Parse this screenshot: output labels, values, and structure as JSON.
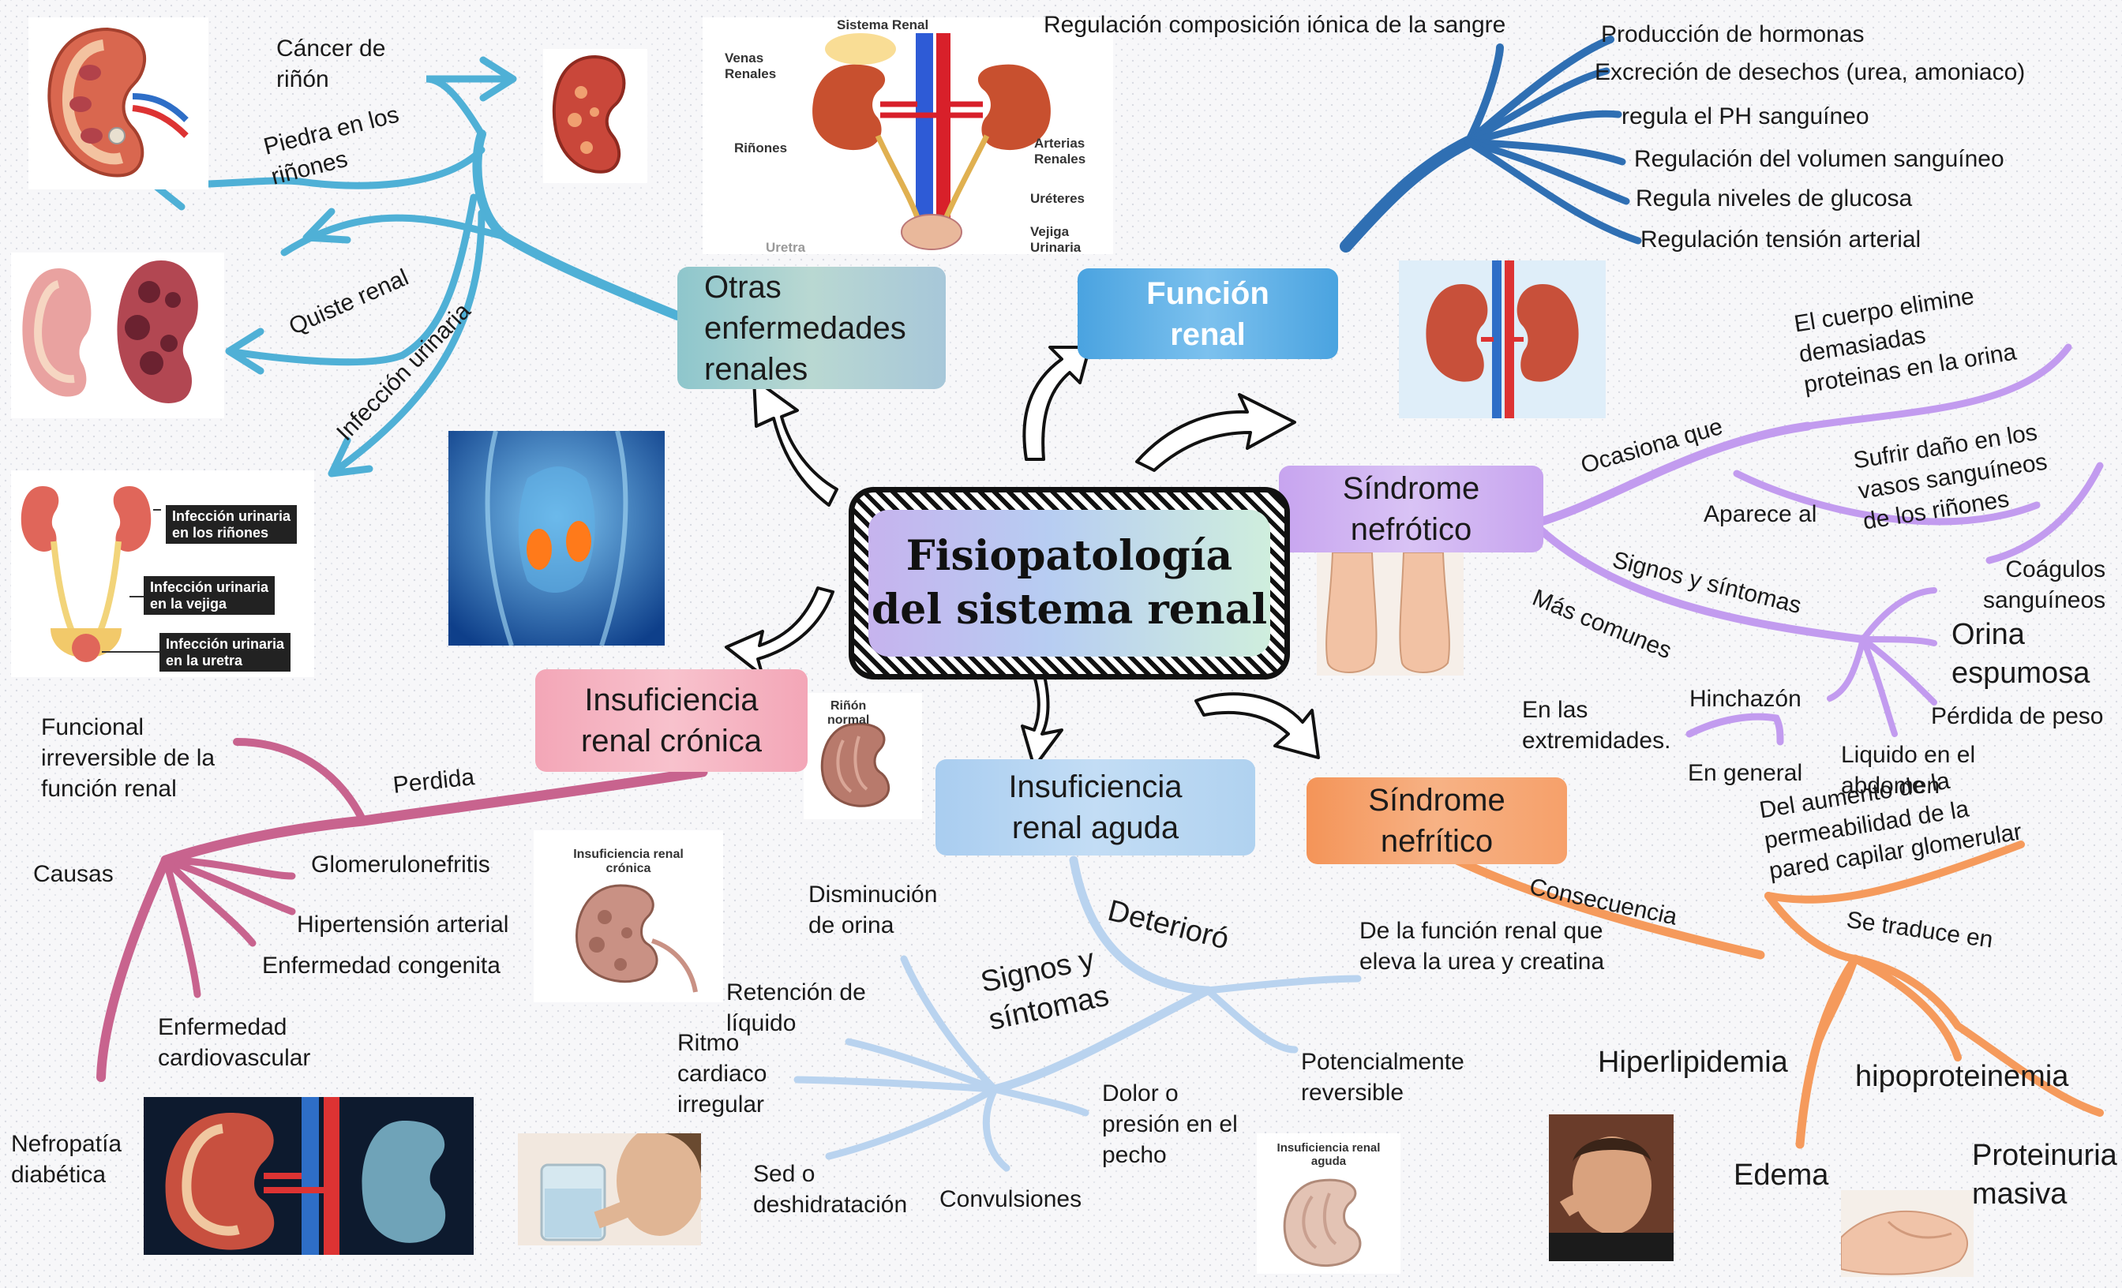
{
  "center_title": "Fisiopatología\ndel sistema renal",
  "colors": {
    "funcion": "#2f6fb3",
    "nefrotico": "#c29bef",
    "nefritico": "#f59a5c",
    "aguda": "#b9d3ef",
    "cronica": "#c8638e",
    "otras": "#4fb0d6"
  },
  "nodes": {
    "funcion": "Función\nrenal",
    "nefrotico": "Síndrome\nnefrótico",
    "nefritico": "Síndrome\nnefrítico",
    "aguda": "Insuficiencia\nrenal aguda",
    "cronica": "Insuficiencia\nrenal crónica",
    "otras": "Otras\nenfermedades\nrenales"
  },
  "funcion_renal": {
    "items": [
      "Regulación composición iónica de la sangre",
      "Producción de hormonas",
      "Excreción de desechos (urea, amoniaco)",
      "regula el PH sanguíneo",
      "Regulación del volumen sanguíneo",
      "Regula niveles de glucosa",
      "Regulación tensión arterial"
    ]
  },
  "sindrome_nefrotico": {
    "ocasiona": "Ocasiona  que",
    "cuerpo": "El cuerpo elimine\ndemasiadas\nproteinas  en la orina",
    "aparece": "Aparece al",
    "dano": "Sufrir daño en los\nvasos sanguíneos\nde los riñones",
    "signos": "Signos y síntomas",
    "mas_comunes": "Más comunes",
    "coagulos": "Coágulos\nsanguíneos",
    "orina": "Orina\nespumosa",
    "perdida": "Pérdida de peso",
    "liquido": "Liquido en el\nabdomen",
    "hinchazon": "Hinchazón",
    "extremidades": "En las\nextremidades.",
    "general": "En general"
  },
  "sindrome_nefritico": {
    "consecuencia": "Consecuencia",
    "aumento": "Del aumento de la\npermeabilidad de la\npared capilar glomerular",
    "traduce": "Se traduce en",
    "hiperlipidemia": "Hiperlipidemia",
    "hipoproteinemia": "hipoproteinemia",
    "edema": "Edema",
    "proteinuria": "Proteinuria\nmasiva"
  },
  "insuficiencia_aguda": {
    "deterioro": "Deterioró",
    "funcion_urea": "De la función renal que\neleva la urea y creatina",
    "reversible": "Potencialmente\nreversible",
    "signos": "Signos y\nsíntomas",
    "disminucion": "Disminución\nde orina",
    "retencion": "Retención de\nlíquido",
    "ritmo": "Ritmo\ncardiaco\nirregular",
    "sed": "Sed o\ndeshidratación",
    "convulsiones": "Convulsiones",
    "dolor": "Dolor o\npresión en el\npecho"
  },
  "insuficiencia_cronica": {
    "perdida": "Perdida",
    "funcional": "Funcional\nirreversible de la\nfunción renal",
    "causas": "Causas",
    "glomerulo": "Glomerulonefritis",
    "hipertension": "Hipertensión arterial",
    "congenita": "Enfermedad congenita",
    "cardio": "Enfermedad\ncardiovascular",
    "nefropatia": "Nefropatía\ndiabética"
  },
  "otras_enfermedades": {
    "cancer": "Cáncer de\nriñón",
    "piedra": "Piedra en los\nriñones",
    "quiste": "Quiste renal",
    "infeccion": "Infección urinaria"
  },
  "image_text": {
    "sistema_renal": "Sistema Renal",
    "venas": "Venas\nRenales",
    "rinones": "Riñones",
    "arterias": "Arterias\nRenales",
    "ureteres": "Uréteres",
    "vejiga": "Vejiga\nUrinaria",
    "uretra": "Uretra",
    "inf_rinones": "Infección urinaria\nen los riñones",
    "inf_vejiga": "Infección urinaria\nen la vejiga",
    "inf_uretra": "Infección urinaria\nen la uretra",
    "rinon_normal": "Riñón\nnormal",
    "irc": "Insuficiencia renal\ncrónica",
    "ira": "Insuficiencia renal\naguda"
  }
}
